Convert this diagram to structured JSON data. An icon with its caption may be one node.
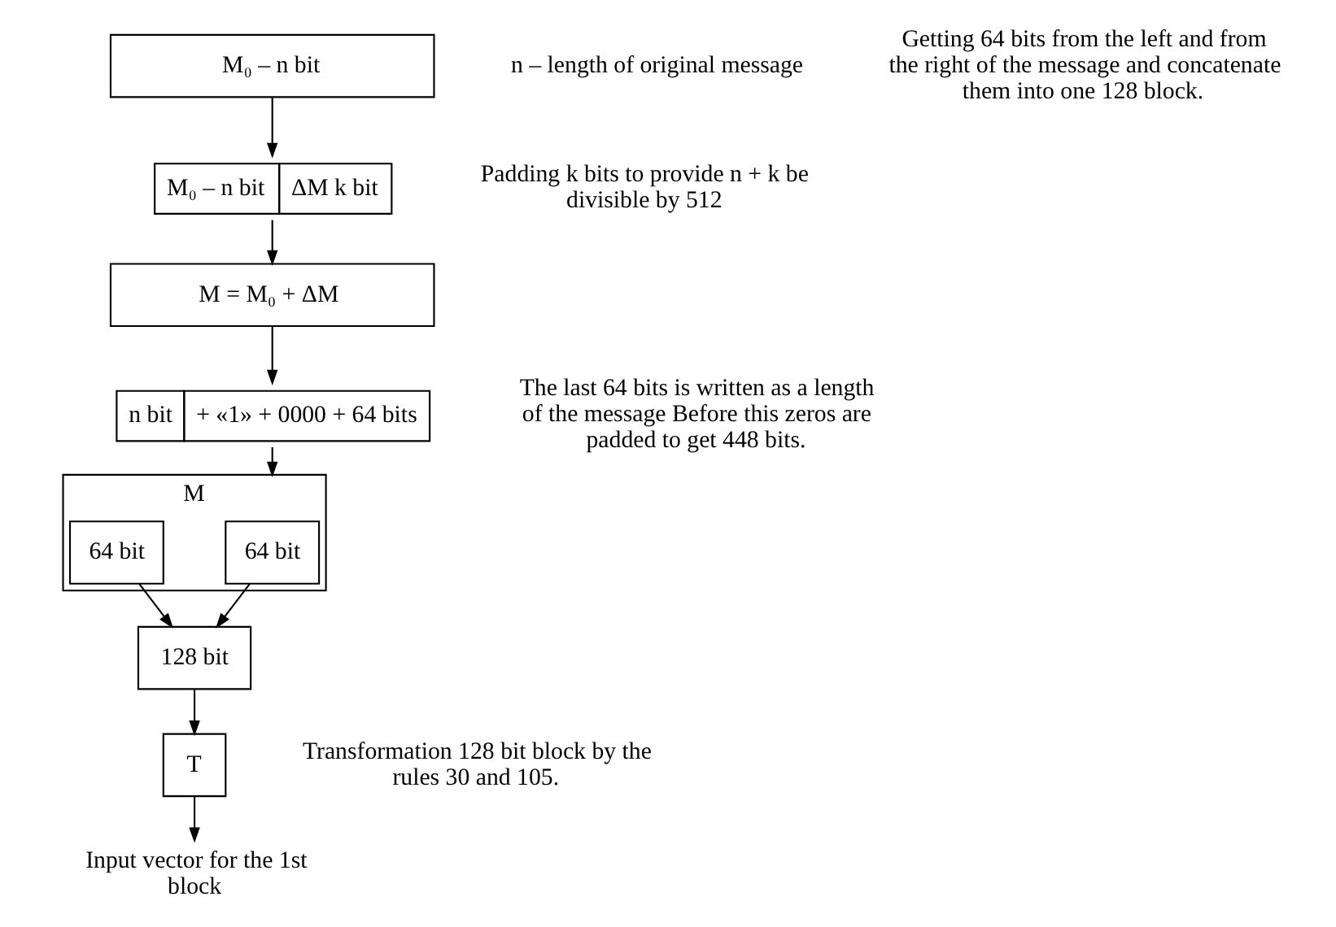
{
  "diagram": {
    "nodes": [
      {
        "text": [
          "M₀ – n bit"
        ]
      },
      {
        "text": [
          "M₀ – n bit",
          "ΔM k bit"
        ]
      },
      {
        "text": [
          "M = M₀ + ΔM"
        ]
      },
      {
        "text": [
          "n bit",
          "+ «1» + 0000 + 64 bits"
        ]
      },
      {
        "text": [
          "M"
        ]
      },
      {
        "text": [
          "64 bit"
        ],
        "in": 4
      },
      {
        "text": [
          "64 bit"
        ],
        "in": 4
      },
      {
        "text": [
          "128 bit"
        ]
      },
      {
        "text": [
          "T"
        ]
      },
      {
        "text": [
          "Input vector for the 1st block"
        ]
      }
    ],
    "edges": [
      {
        "from": 0,
        "to": 1,
        "arrow": "to"
      },
      {
        "from": 1,
        "to": 2,
        "arrow": "to"
      },
      {
        "from": 2,
        "to": 3,
        "arrow": "to"
      },
      {
        "from": 3,
        "to": 4,
        "arrow": "to"
      },
      {
        "from": 5,
        "to": 7,
        "arrow": "to"
      },
      {
        "from": 6,
        "to": 7,
        "arrow": "to"
      },
      {
        "from": 7,
        "to": 8,
        "arrow": "to"
      },
      {
        "from": 8,
        "to": 9,
        "arrow": "to"
      }
    ],
    "labels": [
      "n – length of original message",
      "Padding k bits to provide n + k be divisible by 512",
      "The last 64 bits is written as a length of the message Before this zeros are padded to get 448 bits.",
      "Getting 64 bits from the left and from the right of the message and concatenate them into one 128 block.",
      "Transformation 128 bit block by the rules 30 and 105."
    ]
  }
}
